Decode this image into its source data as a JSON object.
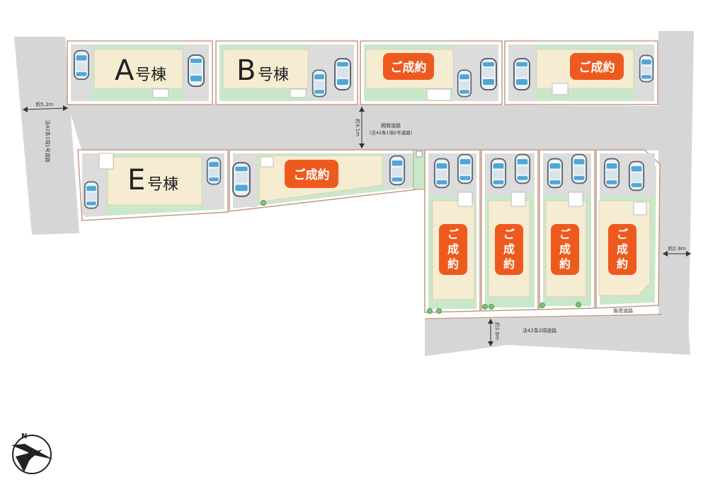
{
  "lots": {
    "a": {
      "letter": "A",
      "suffix": "号棟"
    },
    "b": {
      "letter": "B",
      "suffix": "号棟"
    },
    "e": {
      "letter": "E",
      "suffix": "号棟"
    }
  },
  "sold_label": "ご成約",
  "sold_vertical": [
    "ご",
    "成",
    "約"
  ],
  "roads": {
    "dev_road": "開発道路",
    "dev_road_law": "（法42条1項2号道路）",
    "dev_road_width": "約4.1m",
    "west_road_width": "約5.2m",
    "west_road_law": "法42条1項1号道路",
    "east_road_width": "約2.9m",
    "south_road_width": "約2.8m",
    "south_road_law": "法42条2項道路",
    "setback": "後退道路"
  },
  "colors": {
    "road": "#d6d6d6",
    "lot_border": "#c49a86",
    "lawn": "#c9e8c9",
    "building": "#f6ecd2",
    "sold_badge": "#ee5a1e"
  }
}
